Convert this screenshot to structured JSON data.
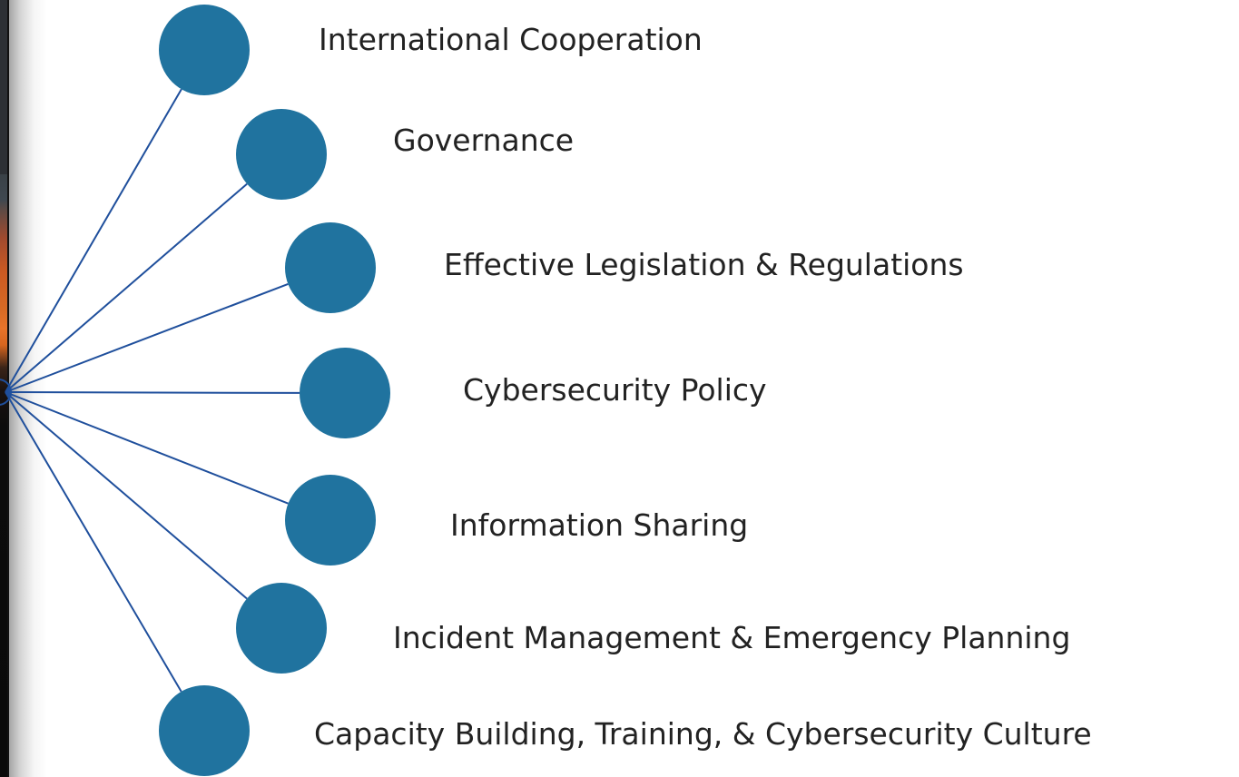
{
  "diagram": {
    "node_color": "#20739F",
    "line_color": "#1f4f9c",
    "text_color": "#222222",
    "items": [
      {
        "label": "International Cooperation"
      },
      {
        "label": "Governance"
      },
      {
        "label": "Effective Legislation & Regulations"
      },
      {
        "label": "Cybersecurity Policy"
      },
      {
        "label": "Information Sharing"
      },
      {
        "label": "Incident Management & Emergency Planning"
      },
      {
        "label": "Capacity Building, Training, & Cybersecurity Culture"
      }
    ]
  }
}
